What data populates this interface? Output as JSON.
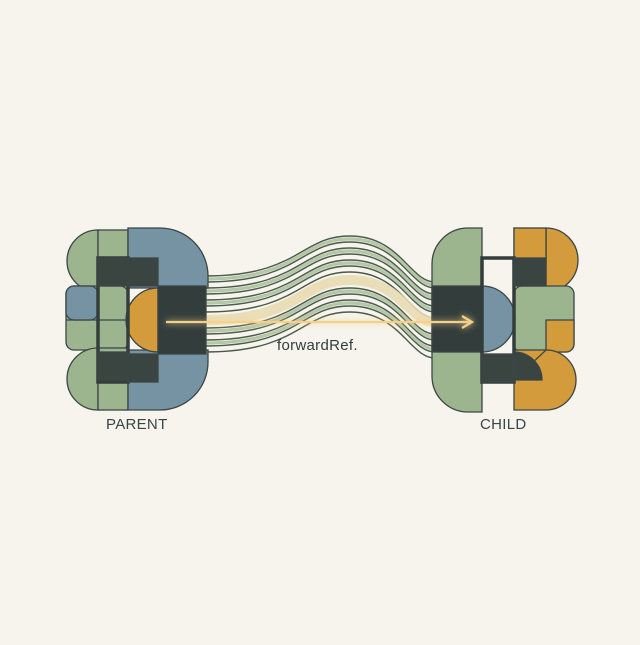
{
  "labels": {
    "parent": "PARENT",
    "child": "CHILD",
    "connector": "forwardRef."
  },
  "colors": {
    "background": "#f6f4ec",
    "sage": "#9db58f",
    "slate_blue": "#7693a3",
    "ochre": "#d39b3c",
    "dark": "#333d3c",
    "stroke": "#3b4645",
    "glow": "#f5d08a"
  },
  "icons": {
    "parent_node": "parent-component-icon",
    "child_node": "child-component-icon",
    "arrow": "ref-arrow-icon"
  }
}
